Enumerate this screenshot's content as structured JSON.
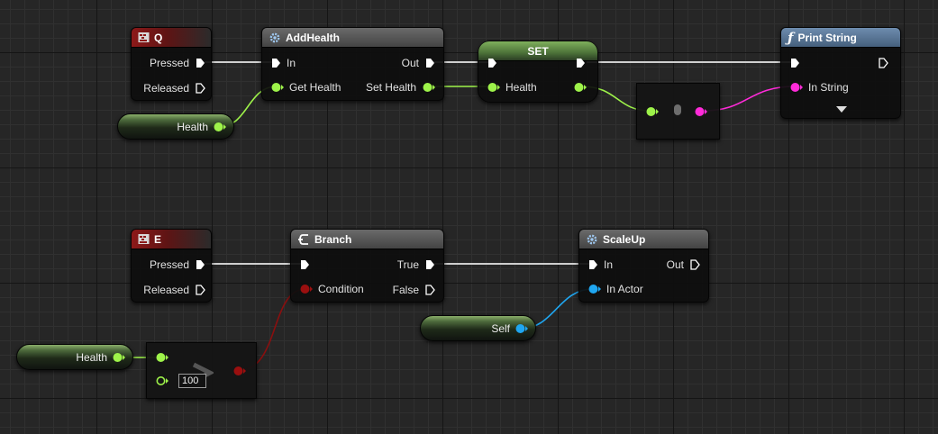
{
  "colors": {
    "exec": "#ffffff",
    "float": "#9ef34a",
    "string": "#ff2bd9",
    "bool": "#9a0f0f",
    "object": "#1fa6f0",
    "event_header": "#8d1919",
    "print_header": "#5a7696"
  },
  "nodes": {
    "event_q": {
      "title": "Q",
      "icon": "keyboard-icon",
      "pressed": "Pressed",
      "released": "Released"
    },
    "add_health": {
      "title": "AddHealth",
      "icon": "gear-icon",
      "in": "In",
      "out": "Out",
      "get_health": "Get Health",
      "set_health": "Set Health"
    },
    "set": {
      "title": "SET",
      "health": "Health"
    },
    "print_string": {
      "title": "Print String",
      "icon": "function-icon",
      "in_string": "In String"
    },
    "health_var_top": {
      "label": "Health"
    },
    "event_e": {
      "title": "E",
      "icon": "keyboard-icon",
      "pressed": "Pressed",
      "released": "Released"
    },
    "branch": {
      "title": "Branch",
      "icon": "branch-icon",
      "condition": "Condition",
      "true": "True",
      "false": "False"
    },
    "scale_up": {
      "title": "ScaleUp",
      "icon": "gear-icon",
      "in": "In",
      "out": "Out",
      "in_actor": "In Actor"
    },
    "self_var": {
      "label": "Self"
    },
    "health_var_bottom": {
      "label": "Health"
    },
    "compare": {
      "value": "100"
    }
  }
}
